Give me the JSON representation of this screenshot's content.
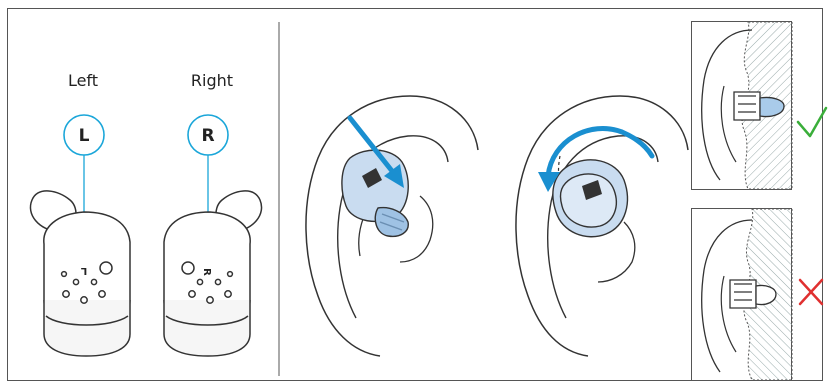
{
  "panel_left": {
    "left_title": "Left",
    "right_title": "Right",
    "left_badge": "L",
    "right_badge": "R",
    "left_marker": "L",
    "right_marker": "R"
  },
  "colors": {
    "accent": "#1aa6d9",
    "earbud_fill": "#c9dcf0",
    "ok": "#3aae3a",
    "bad": "#e03030",
    "outline": "#333333"
  },
  "icons": {
    "correct": "check-icon",
    "incorrect": "cross-icon"
  }
}
